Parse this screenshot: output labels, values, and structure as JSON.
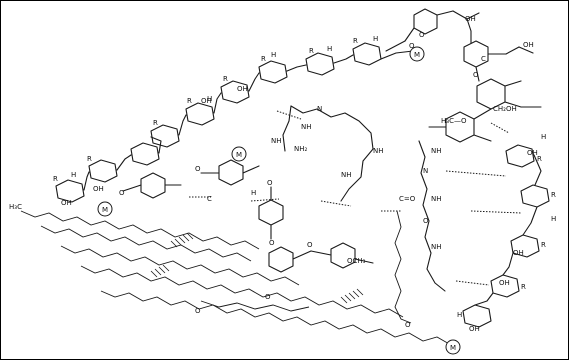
{
  "diagram": {
    "labels": {
      "h3c": "H₃C",
      "ch2oh": "CH₂OH",
      "m": "M",
      "oh": "OH",
      "h": "H",
      "r": "R",
      "o": "O",
      "c": "C",
      "n": "N",
      "nh": "NH",
      "nh2": "NH₂",
      "c_eq_o": "C=O",
      "ome": "OCH₃",
      "h3co": "H₃C—O"
    }
  }
}
